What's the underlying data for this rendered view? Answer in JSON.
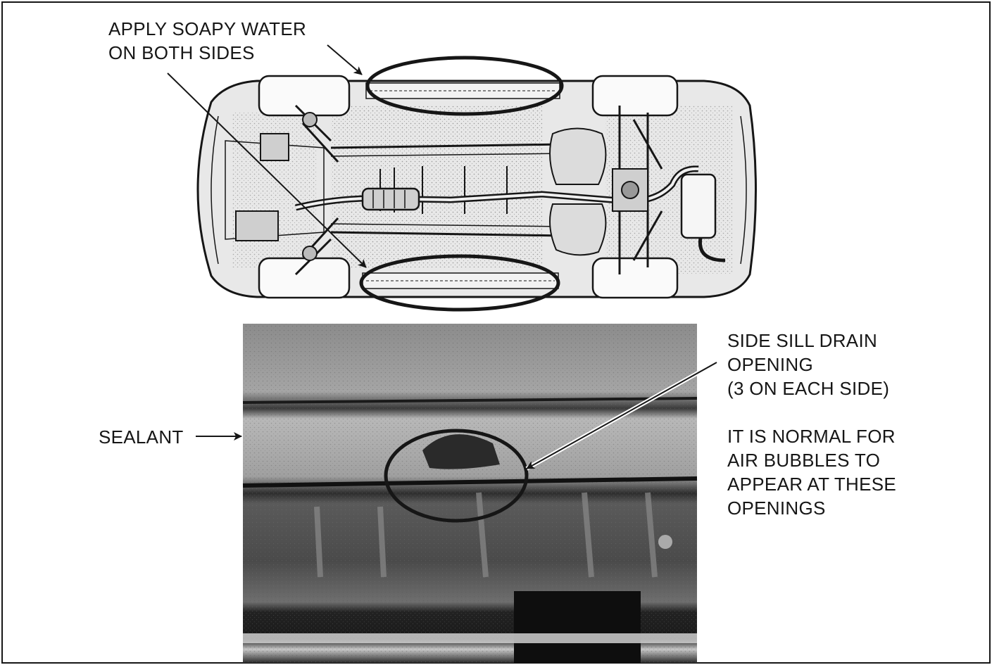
{
  "labels": {
    "soapy_water": [
      "APPLY SOAPY WATER",
      "ON BOTH SIDES"
    ],
    "sealant": "SEALANT",
    "drain_opening": [
      "SIDE SILL DRAIN",
      "OPENING",
      "(3 ON EACH SIDE)"
    ],
    "air_bubbles": [
      "IT IS NORMAL FOR",
      "AIR BUBBLES TO",
      "APPEAR AT THESE",
      "OPENINGS"
    ]
  },
  "colors": {
    "ink": "#161616",
    "paper": "#ffffff",
    "photo_light": "#9a9a9a",
    "photo_dark": "#2a2a2a"
  }
}
